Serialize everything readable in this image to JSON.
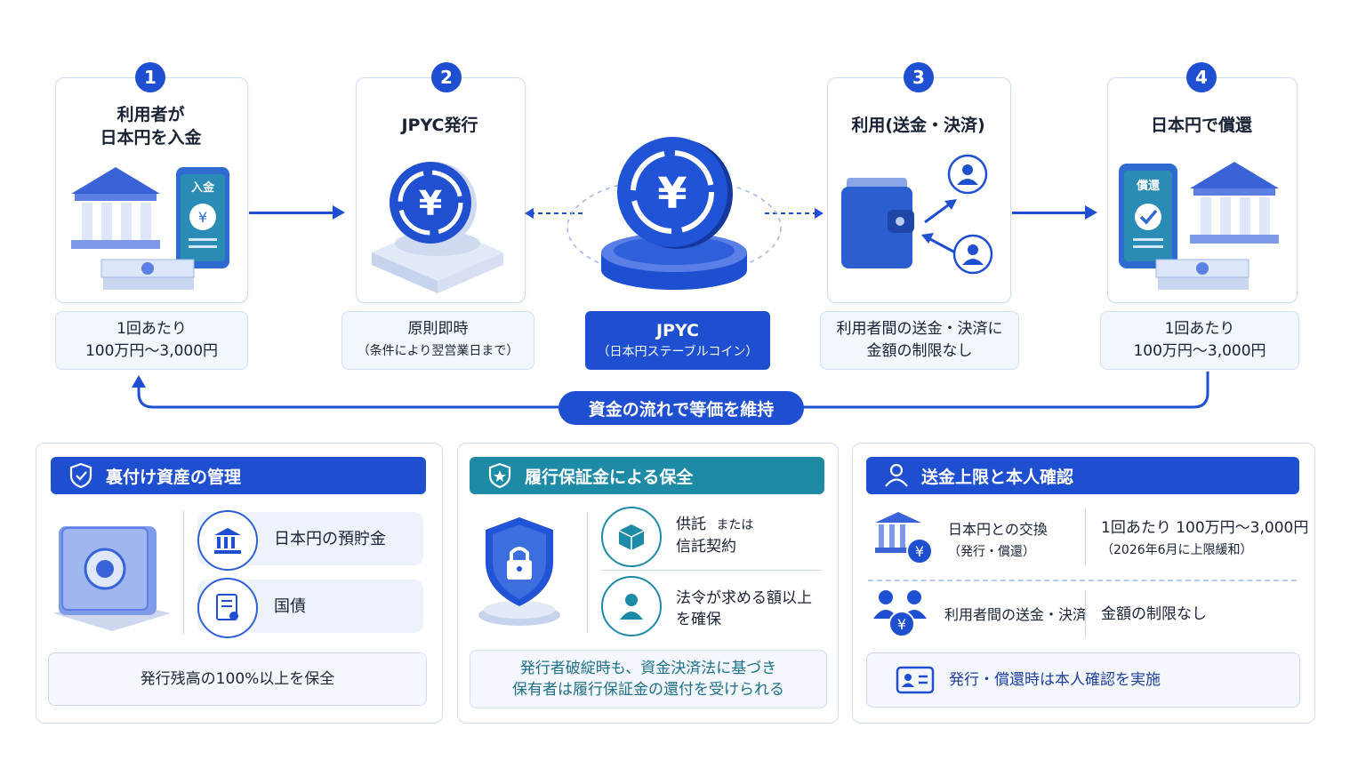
{
  "flow": {
    "steps": [
      {
        "number": "1",
        "title": "利用者が\n日本円を入金",
        "device_label": "入金",
        "note_line1": "1回あたり",
        "note_line2": "100万円〜3,000円"
      },
      {
        "number": "2",
        "title": "JPYC発行",
        "note_line1": "原則即時",
        "note_line2": "（条件により翌営業日まで）"
      },
      {
        "number": "3",
        "title": "利用(送金・決済)",
        "note_line1": "利用者間の送金・決済に",
        "note_line2": "金額の制限なし"
      },
      {
        "number": "4",
        "title": "日本円で償還",
        "device_label": "償還",
        "note_line1": "1回あたり",
        "note_line2": "100万円〜3,000円"
      }
    ],
    "center": {
      "coin_symbol": "¥",
      "label_line1": "JPYC",
      "label_line2": "（日本円ステーブルコイン）"
    },
    "loop_label": "資金の流れで等価を維持"
  },
  "panels": {
    "backing": {
      "title": "裏付け資産の管理",
      "items": [
        "日本円の預貯金",
        "国債"
      ],
      "footer": "発行残高の100%以上を保全"
    },
    "guarantee": {
      "title": "履行保証金による保全",
      "item1_line1": "供託",
      "item1_suffix": "または",
      "item1_line2": "信託契約",
      "item2_line1": "法令が求める額以上",
      "item2_line2": "を確保",
      "footer_line1": "発行者破綻時も、資金決済法に基づき",
      "footer_line2": "保有者は履行保証金の還付を受けられる"
    },
    "limits": {
      "title": "送金上限と本人確認",
      "row1_label_line1": "日本円との交換",
      "row1_label_line2": "（発行・償還）",
      "row1_value_line1": "1回あたり 100万円〜3,000円",
      "row1_value_line2": "（2026年6月に上限緩和）",
      "row2_label": "利用者間の送金・決済",
      "row2_value": "金額の制限なし",
      "footer": "発行・償還時は本人確認を実施"
    }
  },
  "colors": {
    "primary": "#1f4fd1",
    "teal": "#1d8aa6",
    "light": "#eef3fb"
  }
}
